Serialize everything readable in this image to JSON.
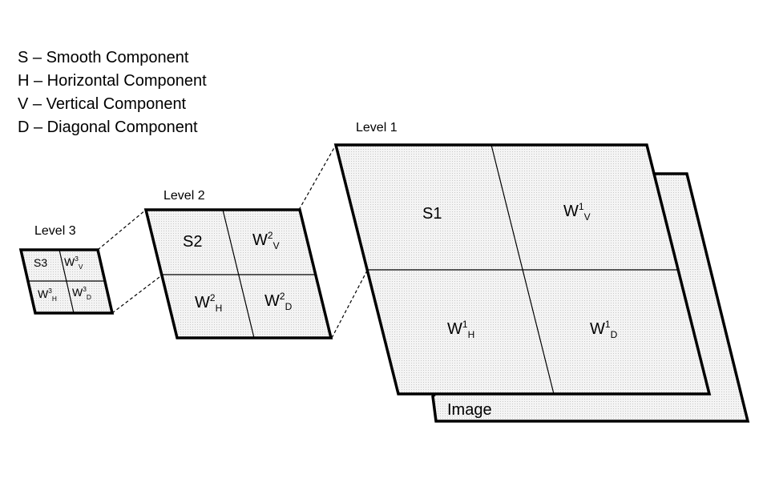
{
  "legend": [
    "S – Smooth Component",
    "H – Horizontal Component",
    "V – Vertical Component",
    "D – Diagonal Component"
  ],
  "levels": {
    "level1": "Level 1",
    "level2": "Level 2",
    "level3": "Level 3"
  },
  "image_label": "Image",
  "cells": {
    "l1": {
      "s": "S1",
      "v": {
        "base": "W",
        "sup": "1",
        "sub": "V"
      },
      "h": {
        "base": "W",
        "sup": "1",
        "sub": "H"
      },
      "d": {
        "base": "W",
        "sup": "1",
        "sub": "D"
      }
    },
    "l2": {
      "s": "S2",
      "v": {
        "base": "W",
        "sup": "2",
        "sub": "V"
      },
      "h": {
        "base": "W",
        "sup": "2",
        "sub": "H"
      },
      "d": {
        "base": "W",
        "sup": "2",
        "sub": "D"
      }
    },
    "l3": {
      "s": "S3",
      "v": {
        "base": "W",
        "sup": "3",
        "sub": "V"
      },
      "h": {
        "base": "W",
        "sup": "3",
        "sub": "H"
      },
      "d": {
        "base": "W",
        "sup": "3",
        "sub": "D"
      }
    }
  },
  "colors": {
    "panel_fill": "#f2f2f2",
    "stroke": "#000000"
  }
}
